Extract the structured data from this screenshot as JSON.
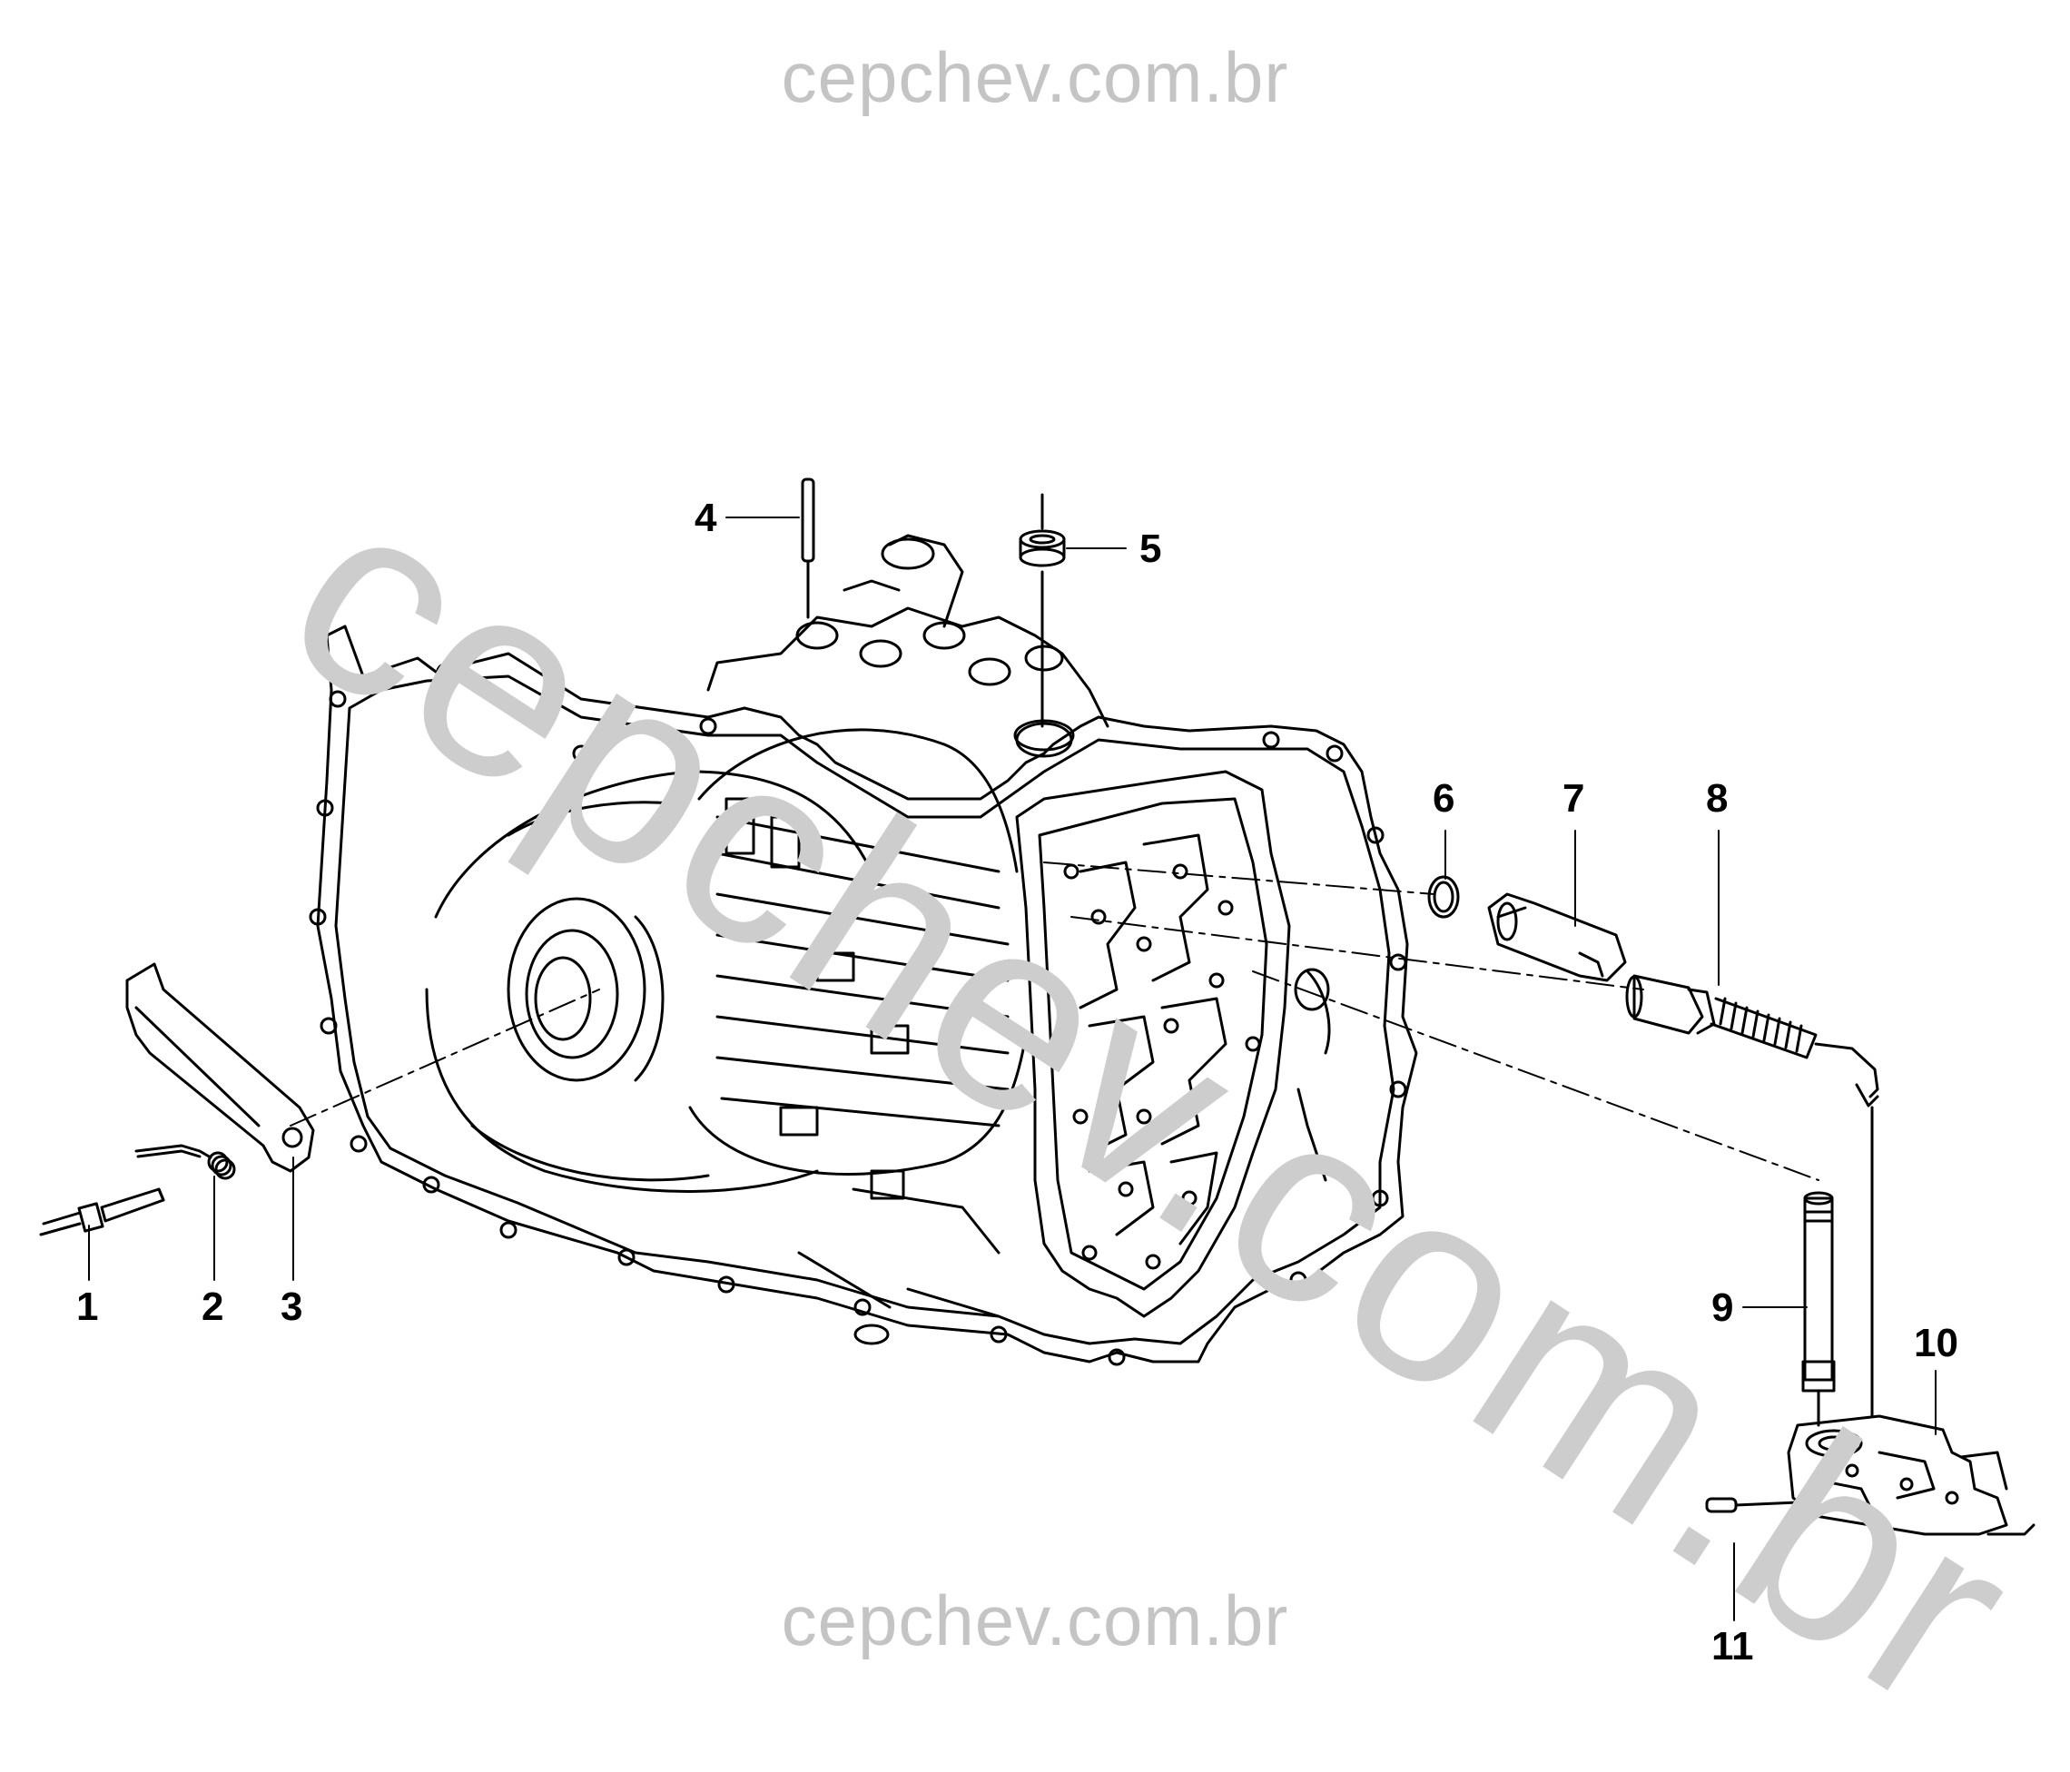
{
  "watermark": {
    "top": "cepchev.com.br",
    "diagonal": "cepchev.com.br",
    "bottom": "cepchev.com.br"
  },
  "callouts": {
    "c1": "1",
    "c2": "2",
    "c3": "3",
    "c4": "4",
    "c5": "5",
    "c6": "6",
    "c7": "7",
    "c8": "8",
    "c9": "9",
    "c10": "10",
    "c11": "11"
  }
}
